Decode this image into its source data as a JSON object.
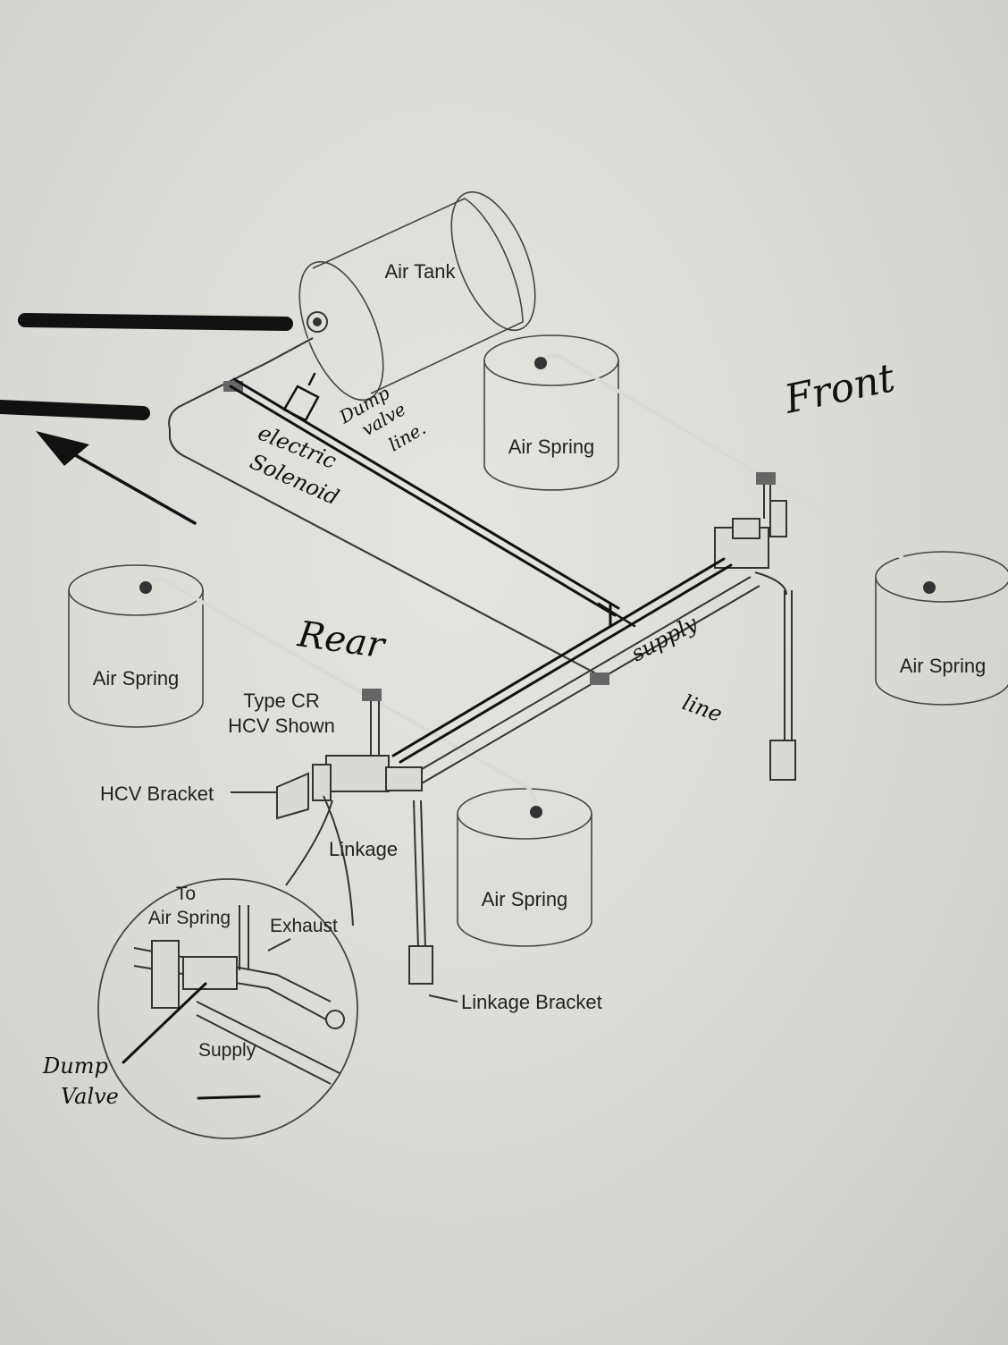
{
  "labels": {
    "air_tank": "Air Tank",
    "air_spring_front_left": "Air Spring",
    "air_spring_front_right": "Air Spring",
    "air_spring_rear_left": "Air Spring",
    "air_spring_rear_right": "Air Spring",
    "type_cr_line1": "Type CR",
    "type_cr_line2": "HCV Shown",
    "hcv_bracket": "HCV Bracket",
    "linkage": "Linkage",
    "linkage_bracket": "Linkage Bracket",
    "to_air_spring_line1": "To",
    "to_air_spring_line2": "Air Spring",
    "exhaust": "Exhaust",
    "supply": "Supply"
  },
  "handwritten": {
    "front": "Front",
    "rear": "Rear",
    "electric": "electric",
    "solenoid": "Solenoid",
    "dump_valve_line_1": "Dump",
    "dump_valve_line_2": "valve",
    "dump_valve_line_3": "line.",
    "supply_line_1": "supply",
    "supply_line_2": "line",
    "dump_valve_1": "Dump",
    "dump_valve_2": "Valve"
  },
  "colors": {
    "paper": "#d9dad5",
    "ink": "#111111",
    "print": "#333333"
  }
}
